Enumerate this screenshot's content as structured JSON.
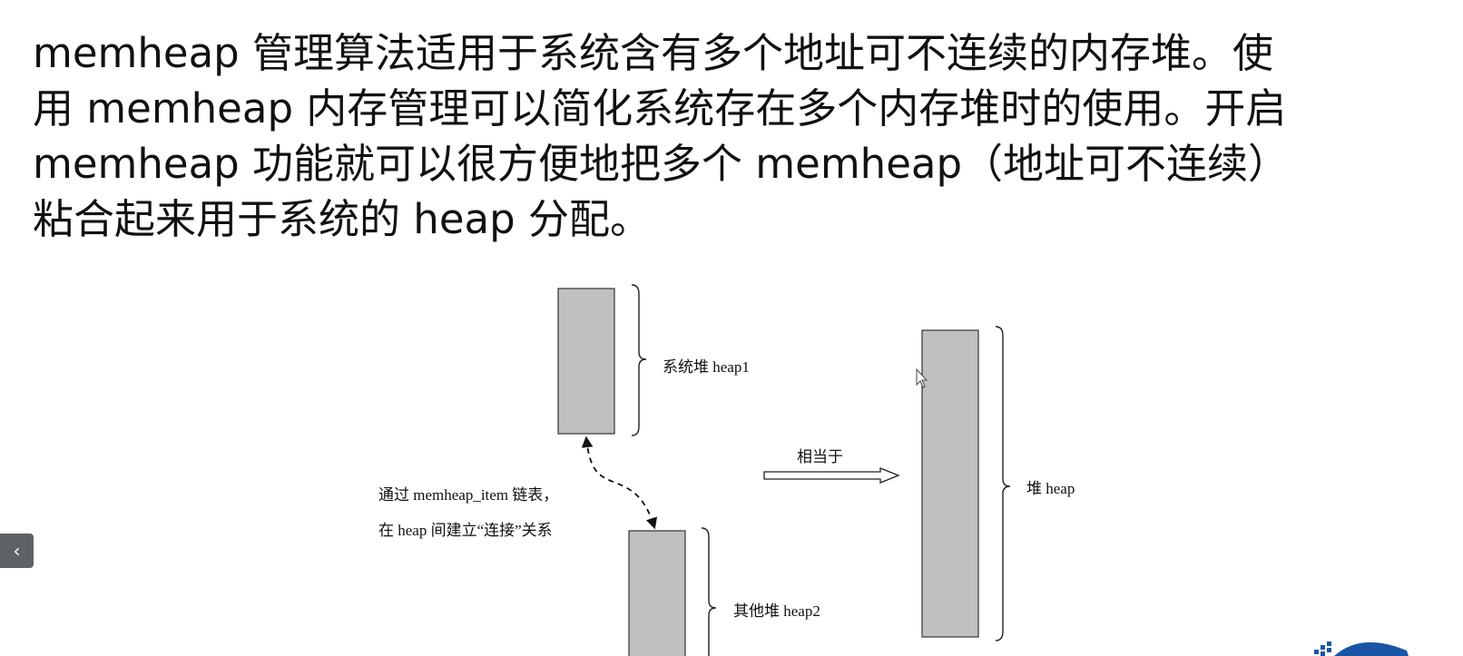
{
  "paragraph": {
    "lines": [
      "memheap 管理算法适用于系统含有多个地址可不连续的内存堆。使",
      "用 memheap 内存管理可以简化系统存在多个内存堆时的使用。开启",
      "memheap 功能就可以很方便地把多个 memheap（地址可不连续）",
      "粘合起来用于系统的 heap 分配。"
    ]
  },
  "diagram": {
    "heap1_label": "系统堆 heap1",
    "heap2_label": "其他堆 heap2",
    "combined_label": "堆 heap",
    "arrow_label": "相当于",
    "link_note_line1": "通过 memheap_item 链表，",
    "link_note_line2": "在 heap 间建立“连接”关系"
  },
  "nav": {
    "prev_icon": "chevron-left-icon",
    "prev_glyph": "‹"
  },
  "colors": {
    "block_fill": "#c0c0c0",
    "block_stroke": "#333333",
    "nav_bg": "#5f6368",
    "logo_blue": "#1a56a8"
  }
}
